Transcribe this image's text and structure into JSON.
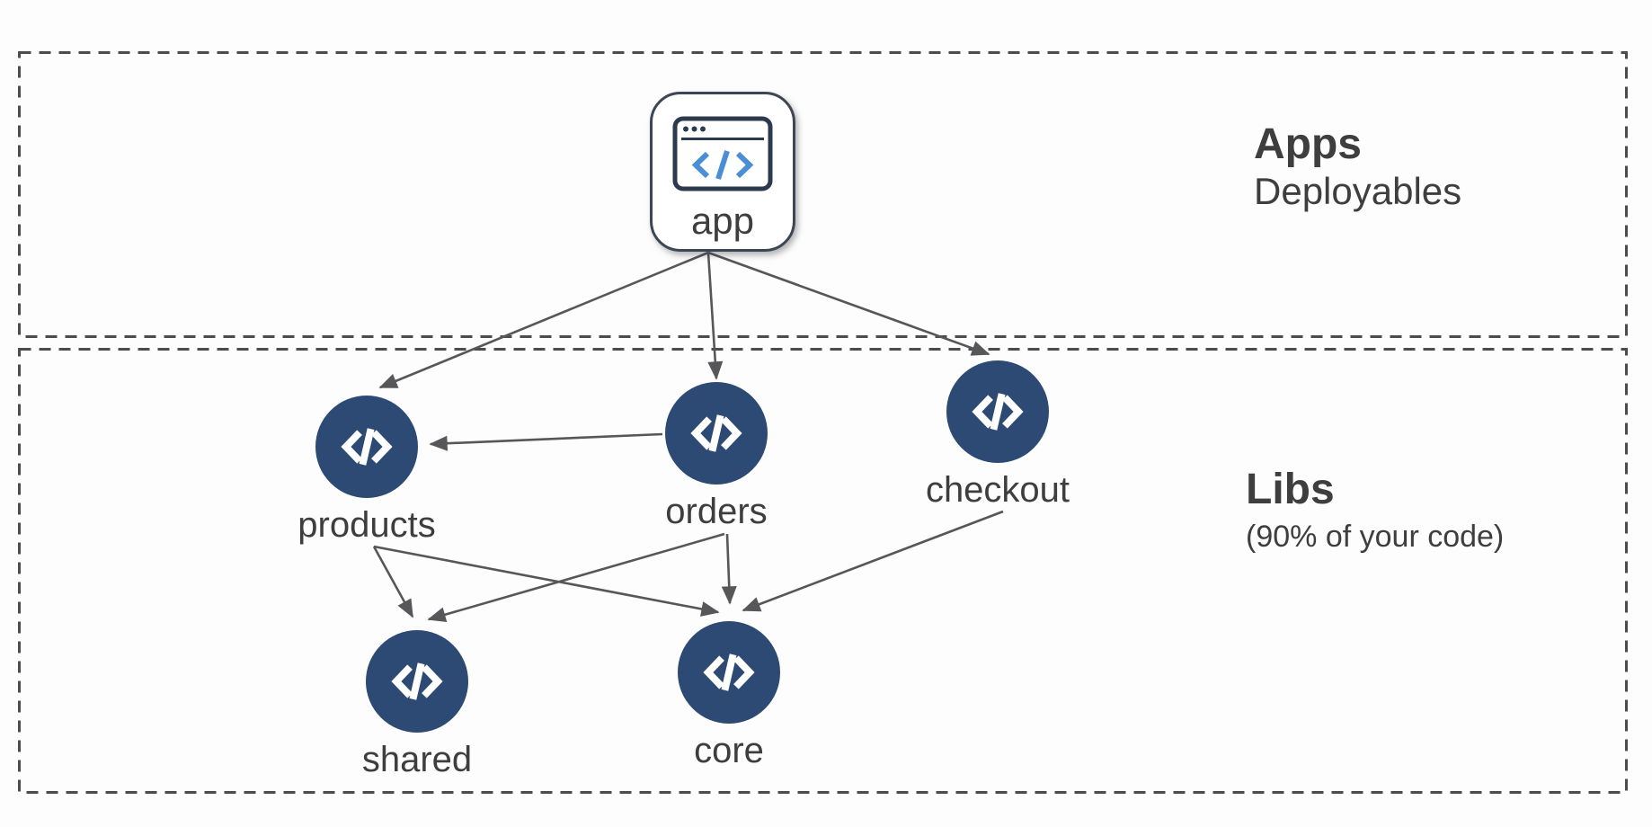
{
  "diagram": {
    "sections": [
      {
        "id": "apps",
        "title": "Apps",
        "subtitle": "Deployables"
      },
      {
        "id": "libs",
        "title": "Libs",
        "subtitle": "(90% of your code)"
      }
    ],
    "nodes": [
      {
        "id": "app",
        "label": "app",
        "kind": "application",
        "icon": "browser-code-icon"
      },
      {
        "id": "products",
        "label": "products",
        "kind": "library",
        "icon": "code-icon"
      },
      {
        "id": "orders",
        "label": "orders",
        "kind": "library",
        "icon": "code-icon"
      },
      {
        "id": "checkout",
        "label": "checkout",
        "kind": "library",
        "icon": "code-icon"
      },
      {
        "id": "shared",
        "label": "shared",
        "kind": "library",
        "icon": "code-icon"
      },
      {
        "id": "core",
        "label": "core",
        "kind": "library",
        "icon": "code-icon"
      }
    ],
    "edges": [
      {
        "from": "app",
        "to": "products"
      },
      {
        "from": "app",
        "to": "orders"
      },
      {
        "from": "app",
        "to": "checkout"
      },
      {
        "from": "orders",
        "to": "products"
      },
      {
        "from": "products",
        "to": "shared"
      },
      {
        "from": "products",
        "to": "core"
      },
      {
        "from": "orders",
        "to": "shared"
      },
      {
        "from": "orders",
        "to": "core"
      },
      {
        "from": "checkout",
        "to": "core"
      }
    ],
    "colors": {
      "node_fill": "#2c4a73",
      "edge": "#57575a",
      "dashed_border": "#4c4c4c",
      "text": "#3e3e3e",
      "code_accent_blue": "#4a8ed5",
      "card_border": "#3d4654"
    }
  }
}
